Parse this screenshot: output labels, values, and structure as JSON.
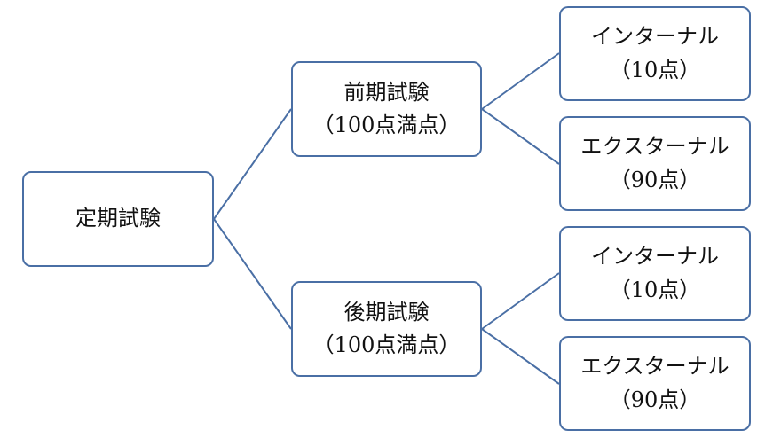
{
  "colors": {
    "border": "#4a6fa5",
    "line": "#4a6fa5",
    "text": "#111111"
  },
  "root": {
    "label": "定期試験"
  },
  "first_term": {
    "label": "前期試験",
    "points": "（100点満点）",
    "internal": {
      "label": "インターナル",
      "points": "（10点）"
    },
    "external": {
      "label": "エクスターナル",
      "points": "（90点）"
    }
  },
  "second_term": {
    "label": "後期試験",
    "points": "（100点満点）",
    "internal": {
      "label": "インターナル",
      "points": "（10点）"
    },
    "external": {
      "label": "エクスターナル",
      "points": "（90点）"
    }
  }
}
